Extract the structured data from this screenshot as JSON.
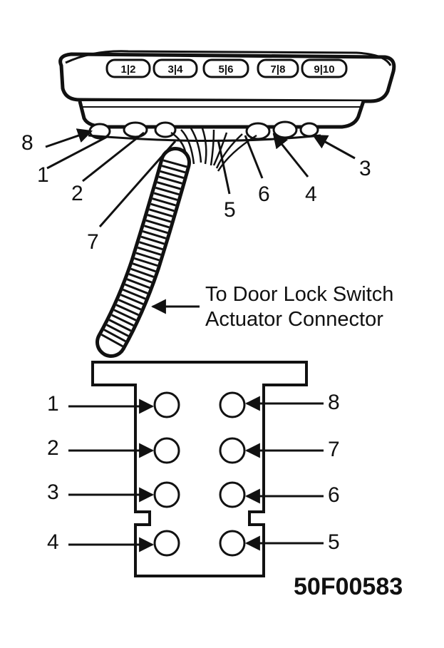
{
  "connector_key_labels": [
    "1|2",
    "3|4",
    "5|6",
    "7|8",
    "9|10"
  ],
  "harness_pin_labels": {
    "p8": "8",
    "p1": "1",
    "p2": "2",
    "p7": "7",
    "p5": "5",
    "p6": "6",
    "p4": "4",
    "p3": "3"
  },
  "caption": {
    "line1": "To Door Lock Switch",
    "line2": "Actuator Connector"
  },
  "face_pins_left": [
    "1",
    "2",
    "3",
    "4"
  ],
  "face_pins_right": [
    "8",
    "7",
    "6",
    "5"
  ],
  "figure_code": "50F00583"
}
